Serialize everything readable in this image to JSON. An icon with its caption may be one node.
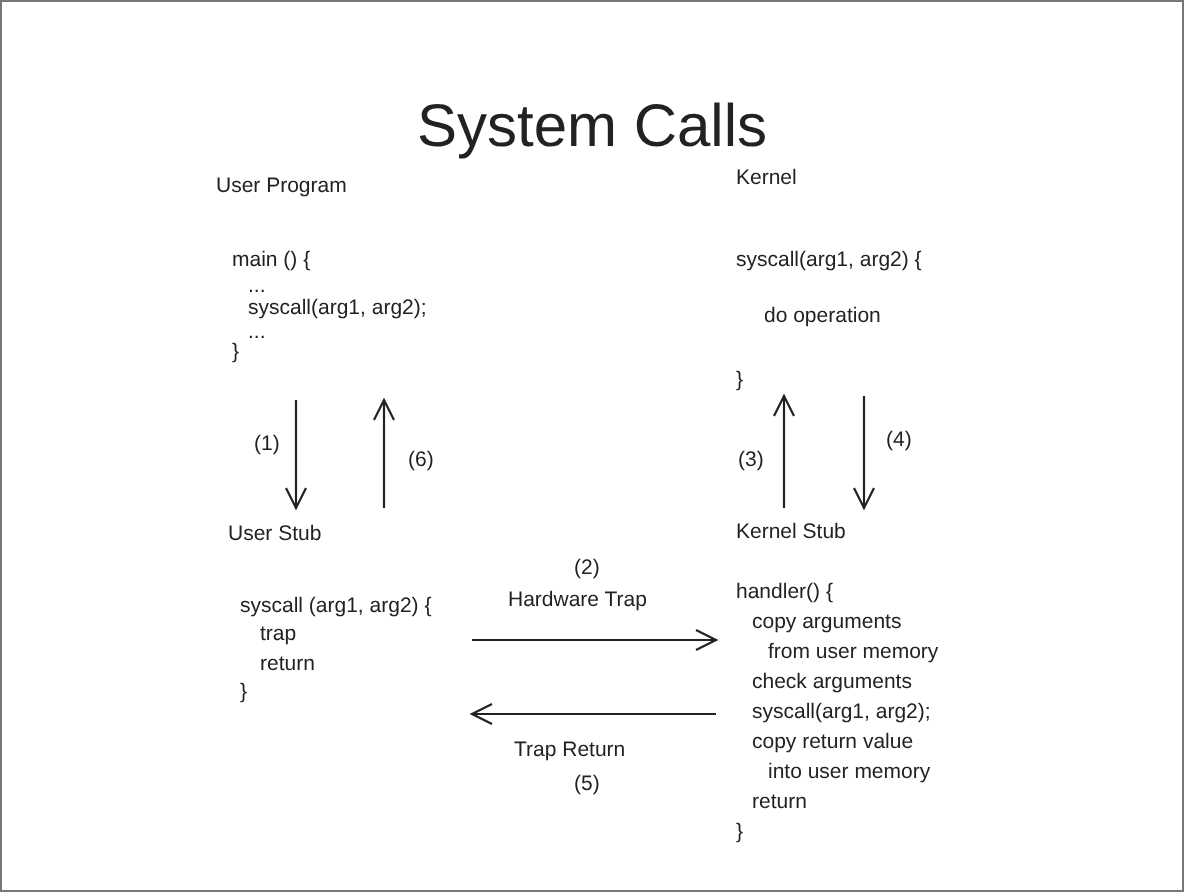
{
  "diagram": {
    "title": "System Calls",
    "nodes": [
      {
        "text": [
          "User Program",
          "main () {",
          "...",
          "syscall(arg1, arg2);",
          "...",
          "}"
        ]
      },
      {
        "text": [
          "User Stub",
          "syscall (arg1, arg2) {",
          "trap",
          "return",
          "}"
        ]
      },
      {
        "text": [
          "Kernel",
          "syscall(arg1, arg2) {",
          "do operation",
          "}"
        ]
      },
      {
        "text": [
          "Kernel Stub",
          "handler() {",
          "copy arguments",
          "from user memory",
          "check arguments",
          "syscall(arg1, arg2);",
          "copy return value",
          "into user memory",
          "return",
          "}"
        ]
      }
    ],
    "edges": [
      {
        "from": 0,
        "to": 1,
        "arrow": "to",
        "label": "(1)"
      },
      {
        "from": 1,
        "to": 0,
        "arrow": "to",
        "label": "(6)"
      },
      {
        "from": 1,
        "to": 3,
        "arrow": "to",
        "label": "Hardware Trap"
      },
      {
        "from": 3,
        "to": 2,
        "arrow": "to",
        "label": "(3)"
      },
      {
        "from": 2,
        "to": 3,
        "arrow": "to",
        "label": "(4)"
      },
      {
        "from": 3,
        "to": 1,
        "arrow": "to",
        "label": "Trap Return"
      }
    ],
    "labels": [
      "(2)",
      "(5)"
    ]
  }
}
